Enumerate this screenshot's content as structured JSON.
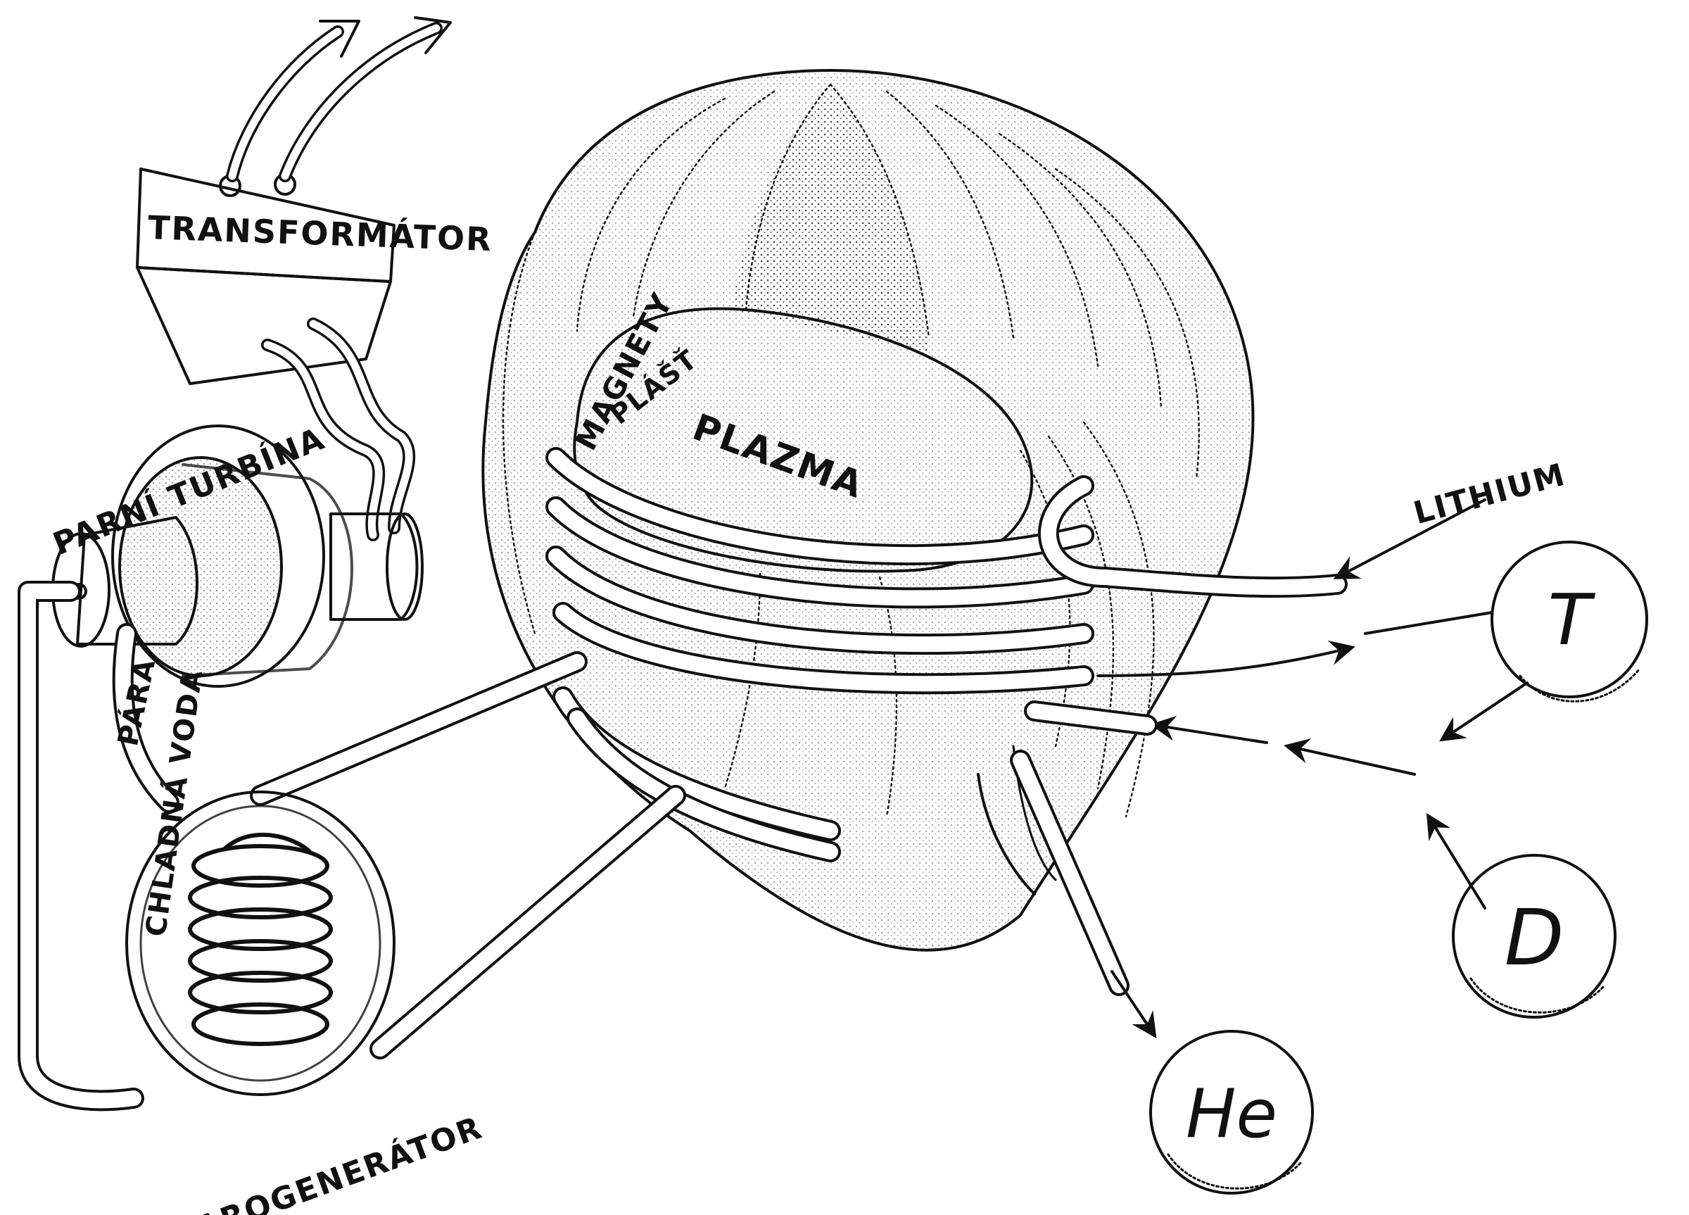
{
  "diagram": {
    "labels": {
      "transformer": "TRANSFORMÁTOR",
      "steam_turbine": "PARNÍ TURBÍNA",
      "steam": "PÁRA",
      "cold_water": "CHLADNÁ VODA",
      "steam_generator": "PAROGENERÁTOR",
      "magnets": "MAGNETY",
      "blanket": "PLÁŠŤ",
      "plasma": "PLAZMA",
      "lithium": "LITHIUM"
    },
    "nodes": {
      "tritium": "T",
      "deuterium": "D",
      "helium": "He"
    },
    "colors": {
      "ink": "#111111",
      "paper": "#ffffff"
    }
  }
}
